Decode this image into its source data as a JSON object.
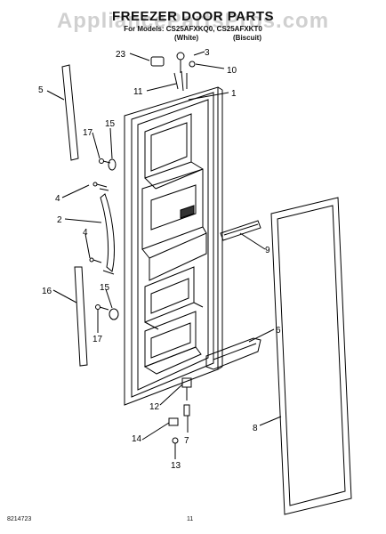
{
  "diagram": {
    "title": "FREEZER DOOR PARTS",
    "models_line": "For Models: CS25AFXKQ0, CS25AFXKT0",
    "variant_white": "(White)",
    "variant_biscuit": "(Biscuit)",
    "watermark": "AppliancePartsPros.com",
    "footer_code": "8214723",
    "page_number": "11",
    "callouts": [
      "23",
      "3",
      "10",
      "11",
      "1",
      "5",
      "17",
      "15",
      "4",
      "2",
      "9",
      "4",
      "16",
      "15",
      "17",
      "6",
      "12",
      "14",
      "7",
      "13",
      "8"
    ]
  }
}
